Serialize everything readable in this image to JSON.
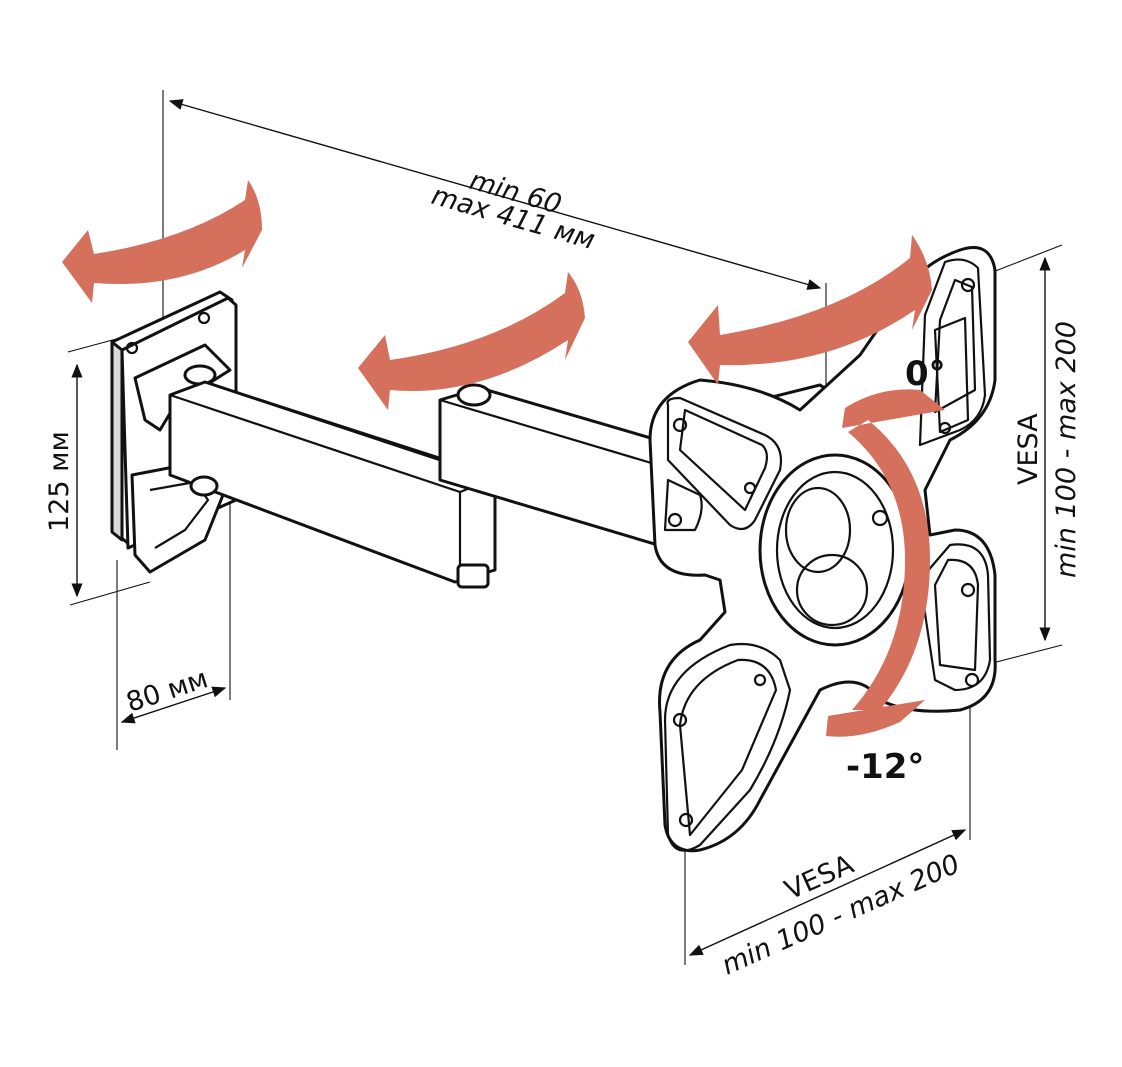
{
  "labels": {
    "arm_length_min": "min 60",
    "arm_length_max": "max 411 мм",
    "height_dim": "125 мм",
    "depth_dim": "80 мм",
    "vesa_right_title": "VESA",
    "vesa_right_range": "min 100 - max 200",
    "vesa_bottom_title": "VESA",
    "vesa_bottom_range": "min 100 - max 200",
    "tilt_top": "0°",
    "tilt_bottom": "-12°"
  },
  "colors": {
    "arrow": "#d4705c",
    "line": "#111111",
    "background": "#ffffff"
  },
  "icons": {
    "swivel_arrows": "curved-double-arrow",
    "tilt_arrow": "curved-double-arrow-vertical"
  }
}
